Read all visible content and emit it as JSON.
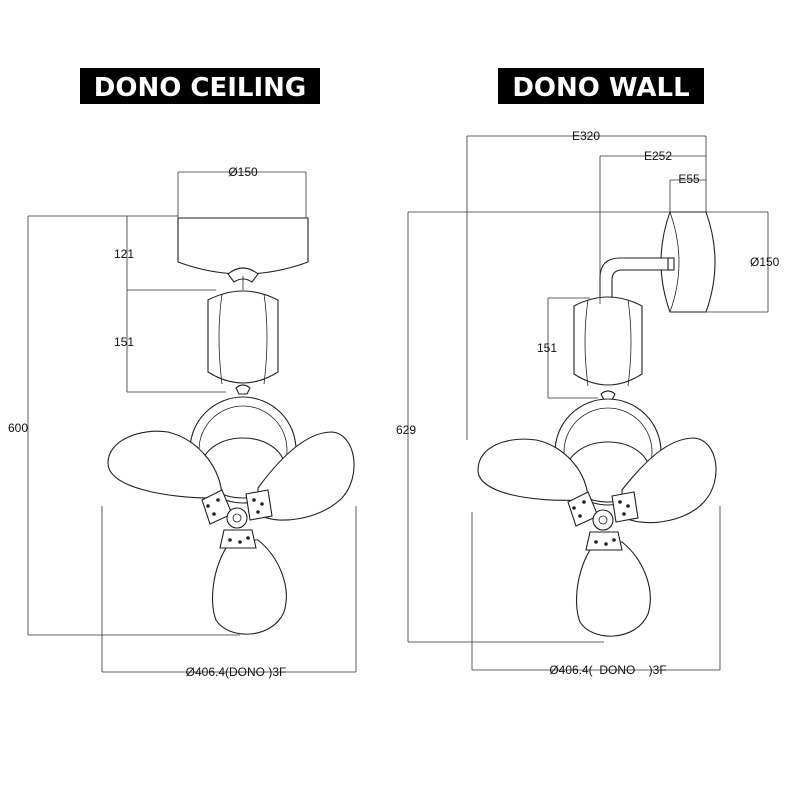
{
  "ceiling": {
    "title": "DONO CEILING",
    "dims": {
      "canopy_diameter": "Ø150",
      "canopy_height": "121",
      "motor_height": "151",
      "total_height": "600",
      "blade_span": "Ø406.4(DONO )3F"
    }
  },
  "wall": {
    "title": "DONO WALL",
    "dims": {
      "depth_total": "E320",
      "depth_arm": "E252",
      "depth_mount": "E55",
      "mount_diameter": "Ø150",
      "motor_height": "151",
      "total_height": "629",
      "blade_span": "Ø406.4(  DONO    )3F"
    }
  },
  "colors": {
    "title_background": "#000000",
    "title_text": "#ffffff",
    "line": "#222222"
  }
}
